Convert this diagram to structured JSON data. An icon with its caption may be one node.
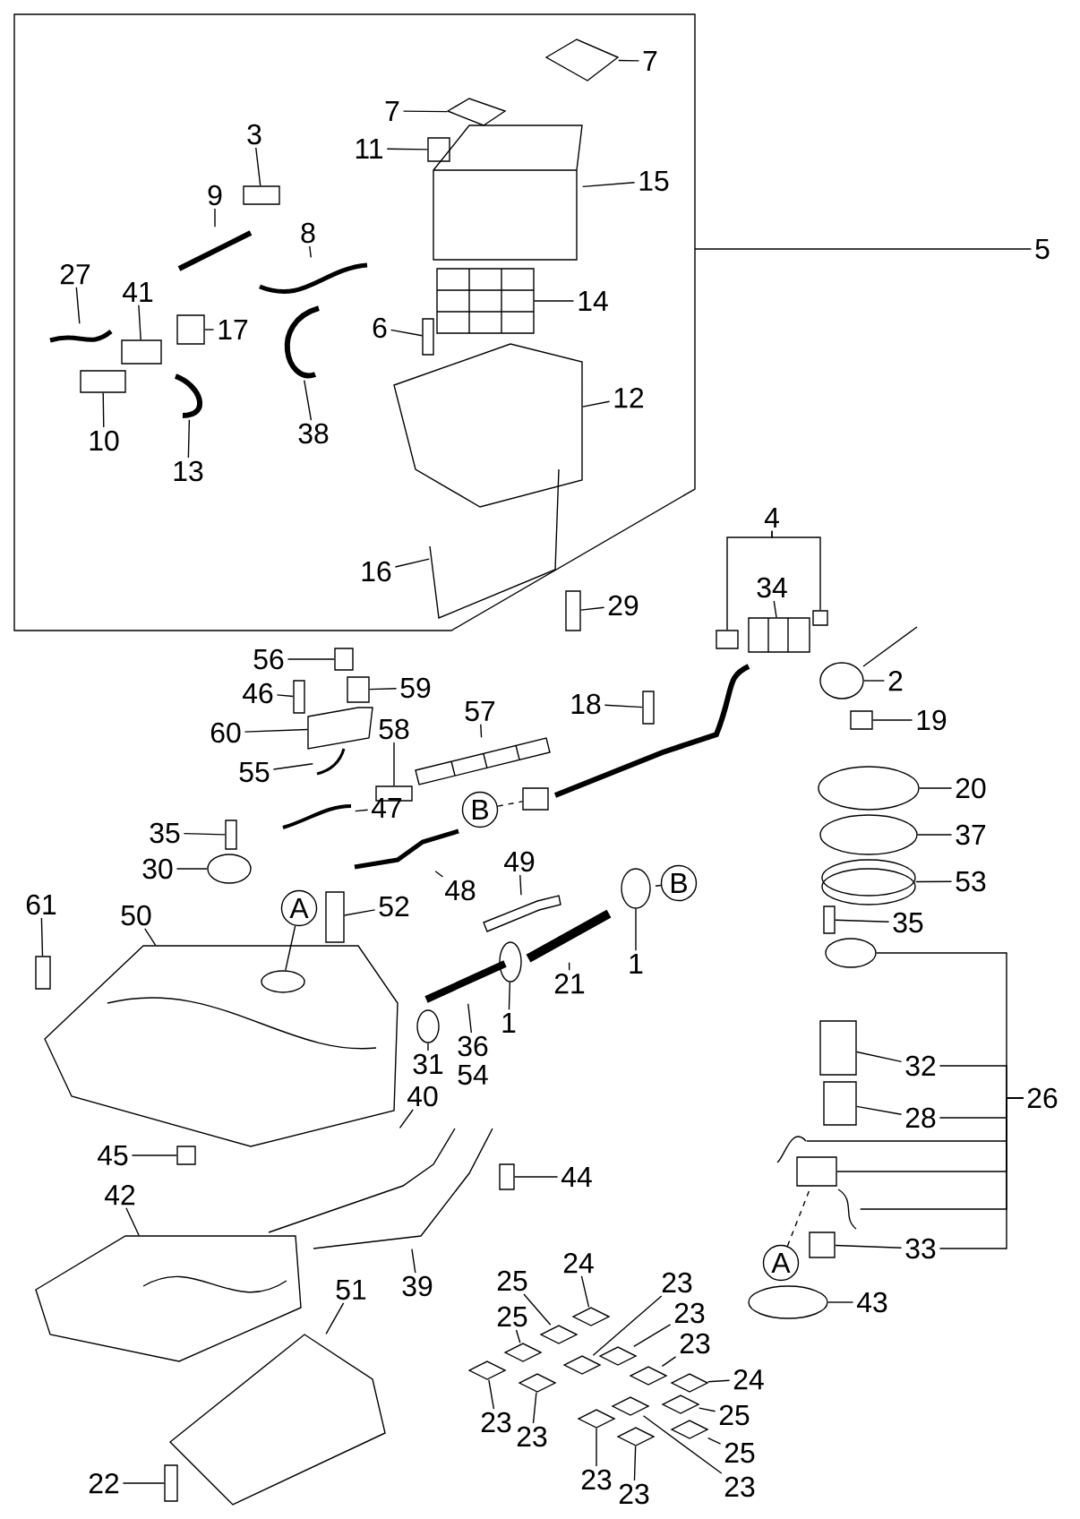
{
  "diagram": {
    "nodes": [
      {
        "text": [
          "7"
        ]
      },
      {
        "text": [
          "7"
        ]
      },
      {
        "text": [
          "3"
        ]
      },
      {
        "text": [
          "11"
        ]
      },
      {
        "text": [
          "15"
        ]
      },
      {
        "text": [
          "9"
        ]
      },
      {
        "text": [
          "8"
        ]
      },
      {
        "text": [
          "5"
        ]
      },
      {
        "text": [
          "27"
        ]
      },
      {
        "text": [
          "41"
        ]
      },
      {
        "text": [
          "14"
        ]
      },
      {
        "text": [
          "17"
        ]
      },
      {
        "text": [
          "6"
        ]
      },
      {
        "text": [
          "12"
        ]
      },
      {
        "text": [
          "10"
        ]
      },
      {
        "text": [
          "38"
        ]
      },
      {
        "text": [
          "13"
        ]
      },
      {
        "text": [
          "16"
        ]
      },
      {
        "text": [
          "29"
        ]
      },
      {
        "text": [
          "4"
        ]
      },
      {
        "text": [
          "34"
        ]
      },
      {
        "text": [
          "2"
        ]
      },
      {
        "text": [
          "56"
        ]
      },
      {
        "text": [
          "46"
        ]
      },
      {
        "text": [
          "59"
        ]
      },
      {
        "text": [
          "18"
        ]
      },
      {
        "text": [
          "60"
        ]
      },
      {
        "text": [
          "19"
        ]
      },
      {
        "text": [
          "58"
        ]
      },
      {
        "text": [
          "57"
        ]
      },
      {
        "text": [
          "55"
        ]
      },
      {
        "text": [
          "20"
        ]
      },
      {
        "text": [
          "35"
        ]
      },
      {
        "text": [
          "47"
        ]
      },
      {
        "text": [
          "B"
        ]
      },
      {
        "text": [
          "37"
        ]
      },
      {
        "text": [
          "30"
        ]
      },
      {
        "text": [
          "49"
        ]
      },
      {
        "text": [
          "48"
        ]
      },
      {
        "text": [
          "53"
        ]
      },
      {
        "text": [
          "B"
        ]
      },
      {
        "text": [
          "61"
        ]
      },
      {
        "text": [
          "A"
        ]
      },
      {
        "text": [
          "52"
        ]
      },
      {
        "text": [
          "50"
        ]
      },
      {
        "text": [
          "35"
        ]
      },
      {
        "text": [
          "1"
        ]
      },
      {
        "text": [
          "21"
        ]
      },
      {
        "text": [
          "36"
        ]
      },
      {
        "text": [
          "1"
        ]
      },
      {
        "text": [
          "31"
        ]
      },
      {
        "text": [
          "54"
        ]
      },
      {
        "text": [
          "32"
        ]
      },
      {
        "text": [
          "26"
        ]
      },
      {
        "text": [
          "28"
        ]
      },
      {
        "text": [
          "45"
        ]
      },
      {
        "text": [
          "40"
        ]
      },
      {
        "text": [
          "44"
        ]
      },
      {
        "text": [
          "42"
        ]
      },
      {
        "text": [
          "A"
        ]
      },
      {
        "text": [
          "33"
        ]
      },
      {
        "text": [
          "39"
        ]
      },
      {
        "text": [
          "25"
        ]
      },
      {
        "text": [
          "24"
        ]
      },
      {
        "text": [
          "51"
        ]
      },
      {
        "text": [
          "23"
        ]
      },
      {
        "text": [
          "25"
        ]
      },
      {
        "text": [
          "23"
        ]
      },
      {
        "text": [
          "43"
        ]
      },
      {
        "text": [
          "23"
        ]
      },
      {
        "text": [
          "24"
        ]
      },
      {
        "text": [
          "23"
        ]
      },
      {
        "text": [
          "23"
        ]
      },
      {
        "text": [
          "25"
        ]
      },
      {
        "text": [
          "25"
        ]
      },
      {
        "text": [
          "22"
        ]
      },
      {
        "text": [
          "23"
        ]
      },
      {
        "text": [
          "23"
        ]
      },
      {
        "text": [
          "23"
        ]
      },
      {
        "text": [],
        "shape": "picture"
      },
      {
        "text": [],
        "shape": "picture"
      },
      {
        "text": [],
        "shape": "box"
      },
      {
        "text": [],
        "shape": "box"
      },
      {
        "text": [],
        "shape": "picture"
      },
      {
        "text": [],
        "shape": "picture"
      },
      {
        "text": [],
        "shape": "picture"
      },
      {
        "text": [],
        "shape": "picture"
      },
      {
        "text": [],
        "shape": "box"
      },
      {
        "text": [],
        "shape": "picture"
      },
      {
        "text": [],
        "shape": "box"
      },
      {
        "text": [],
        "shape": "box"
      },
      {
        "text": [],
        "shape": "picture"
      },
      {
        "text": [],
        "shape": "box"
      },
      {
        "text": [],
        "shape": "picture"
      },
      {
        "text": [],
        "shape": "picture"
      },
      {
        "text": [],
        "shape": "picture"
      },
      {
        "text": [],
        "shape": "box"
      },
      {
        "text": [],
        "shape": "box"
      },
      {
        "text": [],
        "shape": "box"
      },
      {
        "text": [],
        "shape": "picture"
      },
      {
        "text": [],
        "shape": "circle"
      },
      {
        "text": [],
        "shape": "box"
      },
      {
        "text": [],
        "shape": "box"
      },
      {
        "text": [],
        "shape": "box"
      },
      {
        "text": [],
        "shape": "box"
      },
      {
        "text": [],
        "shape": "picture"
      },
      {
        "text": [],
        "shape": "box"
      },
      {
        "text": [],
        "shape": "box"
      },
      {
        "text": [],
        "shape": "picture"
      },
      {
        "text": [],
        "shape": "picture"
      },
      {
        "text": [],
        "shape": "circle"
      },
      {
        "text": [],
        "shape": "box"
      },
      {
        "text": [],
        "shape": "picture"
      },
      {
        "text": [],
        "shape": "box"
      },
      {
        "text": [],
        "shape": "circle"
      },
      {
        "text": [],
        "shape": "circle"
      },
      {
        "text": [],
        "shape": "picture"
      },
      {
        "text": [],
        "shape": "picture"
      },
      {
        "text": [],
        "shape": "picture"
      },
      {
        "text": [],
        "shape": "circle"
      },
      {
        "text": [],
        "shape": "box"
      },
      {
        "text": [],
        "shape": "picture"
      },
      {
        "text": [],
        "shape": "circle",
        "in": 121
      },
      {
        "text": [],
        "shape": "box"
      },
      {
        "text": [],
        "shape": "box"
      },
      {
        "text": [],
        "shape": "picture"
      },
      {
        "text": [],
        "shape": "picture"
      },
      {
        "text": [],
        "shape": "circle"
      },
      {
        "text": [],
        "shape": "circle"
      },
      {
        "text": [],
        "shape": "box"
      },
      {
        "text": [],
        "shape": "circle"
      },
      {
        "text": [],
        "shape": "picture"
      },
      {
        "text": [],
        "shape": "box"
      },
      {
        "text": [],
        "shape": "picture"
      },
      {
        "text": [],
        "shape": "box"
      },
      {
        "text": [],
        "shape": "box"
      },
      {
        "text": [],
        "shape": "picture"
      },
      {
        "text": [],
        "shape": "box"
      },
      {
        "text": [],
        "shape": "picture"
      },
      {
        "text": [],
        "shape": "box"
      },
      {
        "text": [],
        "shape": "picture"
      },
      {
        "text": [],
        "shape": "picture"
      },
      {
        "text": [],
        "shape": "picture"
      },
      {
        "text": [],
        "shape": "picture"
      },
      {
        "text": [],
        "shape": "picture"
      },
      {
        "text": [],
        "shape": "picture"
      },
      {
        "text": [],
        "shape": "picture"
      },
      {
        "text": [],
        "shape": "circle"
      },
      {
        "text": [],
        "shape": "picture"
      },
      {
        "text": [],
        "shape": "picture"
      },
      {
        "text": [],
        "shape": "picture"
      },
      {
        "text": [],
        "shape": "picture"
      },
      {
        "text": [],
        "shape": "picture"
      },
      {
        "text": [],
        "shape": "picture"
      },
      {
        "text": [],
        "shape": "box"
      },
      {
        "text": [],
        "shape": "picture"
      },
      {
        "text": [],
        "shape": "picture"
      },
      {
        "text": [],
        "shape": "picture"
      }
    ],
    "edges": [
      {
        "from": 0,
        "to": 79,
        "arrow": "none"
      },
      {
        "from": 1,
        "to": 80,
        "arrow": "none"
      },
      {
        "from": 2,
        "to": 81,
        "arrow": "none"
      },
      {
        "from": 3,
        "to": 82,
        "arrow": "none"
      },
      {
        "from": 4,
        "to": 83,
        "arrow": "none"
      },
      {
        "from": 5,
        "to": 84,
        "arrow": "none"
      },
      {
        "from": 6,
        "to": 85,
        "arrow": "none"
      },
      {
        "from": 7,
        "to": null,
        "arrow": "none"
      },
      {
        "from": 8,
        "to": 86,
        "arrow": "none"
      },
      {
        "from": 9,
        "to": 87,
        "arrow": "none"
      },
      {
        "from": 10,
        "to": 88,
        "arrow": "none"
      },
      {
        "from": 11,
        "to": 89,
        "arrow": "none"
      },
      {
        "from": 12,
        "to": 90,
        "arrow": "none"
      },
      {
        "from": 13,
        "to": 91,
        "arrow": "none"
      },
      {
        "from": 14,
        "to": 92,
        "arrow": "none"
      },
      {
        "from": 15,
        "to": 93,
        "arrow": "none"
      },
      {
        "from": 16,
        "to": 94,
        "arrow": "none"
      },
      {
        "from": 17,
        "to": 95,
        "arrow": "none"
      },
      {
        "from": 18,
        "to": 96,
        "arrow": "none"
      },
      {
        "from": 19,
        "to": 97,
        "arrow": "none"
      },
      {
        "from": 19,
        "to": 98,
        "arrow": "none"
      },
      {
        "from": 20,
        "to": 99,
        "arrow": "none"
      },
      {
        "from": 21,
        "to": 100,
        "arrow": "none"
      },
      {
        "from": 22,
        "to": 101,
        "arrow": "none"
      },
      {
        "from": 23,
        "to": 102,
        "arrow": "none"
      },
      {
        "from": 24,
        "to": 103,
        "arrow": "none"
      },
      {
        "from": 25,
        "to": 104,
        "arrow": "none"
      },
      {
        "from": 26,
        "to": 105,
        "arrow": "none"
      },
      {
        "from": 27,
        "to": 106,
        "arrow": "none"
      },
      {
        "from": 28,
        "to": 107,
        "arrow": "none"
      },
      {
        "from": 29,
        "to": 108,
        "arrow": "none"
      },
      {
        "from": 30,
        "to": 109,
        "arrow": "none"
      },
      {
        "from": 31,
        "to": 110,
        "arrow": "none"
      },
      {
        "from": 32,
        "to": 111,
        "arrow": "none"
      },
      {
        "from": 33,
        "to": 112,
        "arrow": "none"
      },
      {
        "from": 34,
        "to": 113,
        "arrow": "none",
        "style": "dashed"
      },
      {
        "from": 35,
        "to": 114,
        "arrow": "none"
      },
      {
        "from": 36,
        "to": 115,
        "arrow": "none"
      },
      {
        "from": 37,
        "to": 116,
        "arrow": "none"
      },
      {
        "from": 38,
        "to": 117,
        "arrow": "none"
      },
      {
        "from": 39,
        "to": 118,
        "arrow": "none"
      },
      {
        "from": 40,
        "to": 119,
        "arrow": "none",
        "style": "dashed"
      },
      {
        "from": 41,
        "to": 120,
        "arrow": "none"
      },
      {
        "from": 42,
        "to": 122,
        "arrow": "none"
      },
      {
        "from": 43,
        "to": 123,
        "arrow": "none"
      },
      {
        "from": 44,
        "to": 121,
        "arrow": "none"
      },
      {
        "from": 45,
        "to": 124,
        "arrow": "none"
      },
      {
        "from": 46,
        "to": 119,
        "arrow": "none"
      },
      {
        "from": 47,
        "to": 125,
        "arrow": "none"
      },
      {
        "from": 48,
        "to": 126,
        "arrow": "none"
      },
      {
        "from": 49,
        "to": 127,
        "arrow": "none"
      },
      {
        "from": 50,
        "to": 128,
        "arrow": "none"
      },
      {
        "from": 52,
        "to": 129,
        "arrow": "none"
      },
      {
        "from": 53,
        "to": 52,
        "arrow": "none"
      },
      {
        "from": 53,
        "to": 54,
        "arrow": "none"
      },
      {
        "from": 53,
        "to": 60,
        "arrow": "none"
      },
      {
        "from": 53,
        "to": 130,
        "arrow": "none"
      },
      {
        "from": 53,
        "to": 131,
        "arrow": "none"
      },
      {
        "from": 53,
        "to": 132,
        "arrow": "none"
      },
      {
        "from": 53,
        "to": 133,
        "arrow": "none"
      },
      {
        "from": 54,
        "to": 134,
        "arrow": "none"
      },
      {
        "from": 55,
        "to": 135,
        "arrow": "none"
      },
      {
        "from": 56,
        "to": 136,
        "arrow": "none"
      },
      {
        "from": 57,
        "to": 137,
        "arrow": "none"
      },
      {
        "from": 58,
        "to": 138,
        "arrow": "none"
      },
      {
        "from": 59,
        "to": 132,
        "arrow": "none",
        "style": "dashed"
      },
      {
        "from": 60,
        "to": 139,
        "arrow": "none"
      },
      {
        "from": 61,
        "to": 140,
        "arrow": "none"
      },
      {
        "from": 62,
        "to": 141,
        "arrow": "none"
      },
      {
        "from": 63,
        "to": 142,
        "arrow": "none"
      },
      {
        "from": 64,
        "to": 143,
        "arrow": "none"
      },
      {
        "from": 65,
        "to": 144,
        "arrow": "none"
      },
      {
        "from": 66,
        "to": 145,
        "arrow": "none"
      },
      {
        "from": 67,
        "to": 146,
        "arrow": "none"
      },
      {
        "from": 68,
        "to": 147,
        "arrow": "none"
      },
      {
        "from": 69,
        "to": 148,
        "arrow": "none"
      },
      {
        "from": 70,
        "to": 149,
        "arrow": "none"
      },
      {
        "from": 71,
        "to": 150,
        "arrow": "none"
      },
      {
        "from": 72,
        "to": 151,
        "arrow": "none"
      },
      {
        "from": 73,
        "to": 152,
        "arrow": "none"
      },
      {
        "from": 74,
        "to": 153,
        "arrow": "none"
      },
      {
        "from": 75,
        "to": 154,
        "arrow": "none"
      },
      {
        "from": 76,
        "to": 155,
        "arrow": "none"
      },
      {
        "from": 77,
        "to": 156,
        "arrow": "none"
      },
      {
        "from": 78,
        "to": 157,
        "arrow": "none"
      }
    ]
  }
}
